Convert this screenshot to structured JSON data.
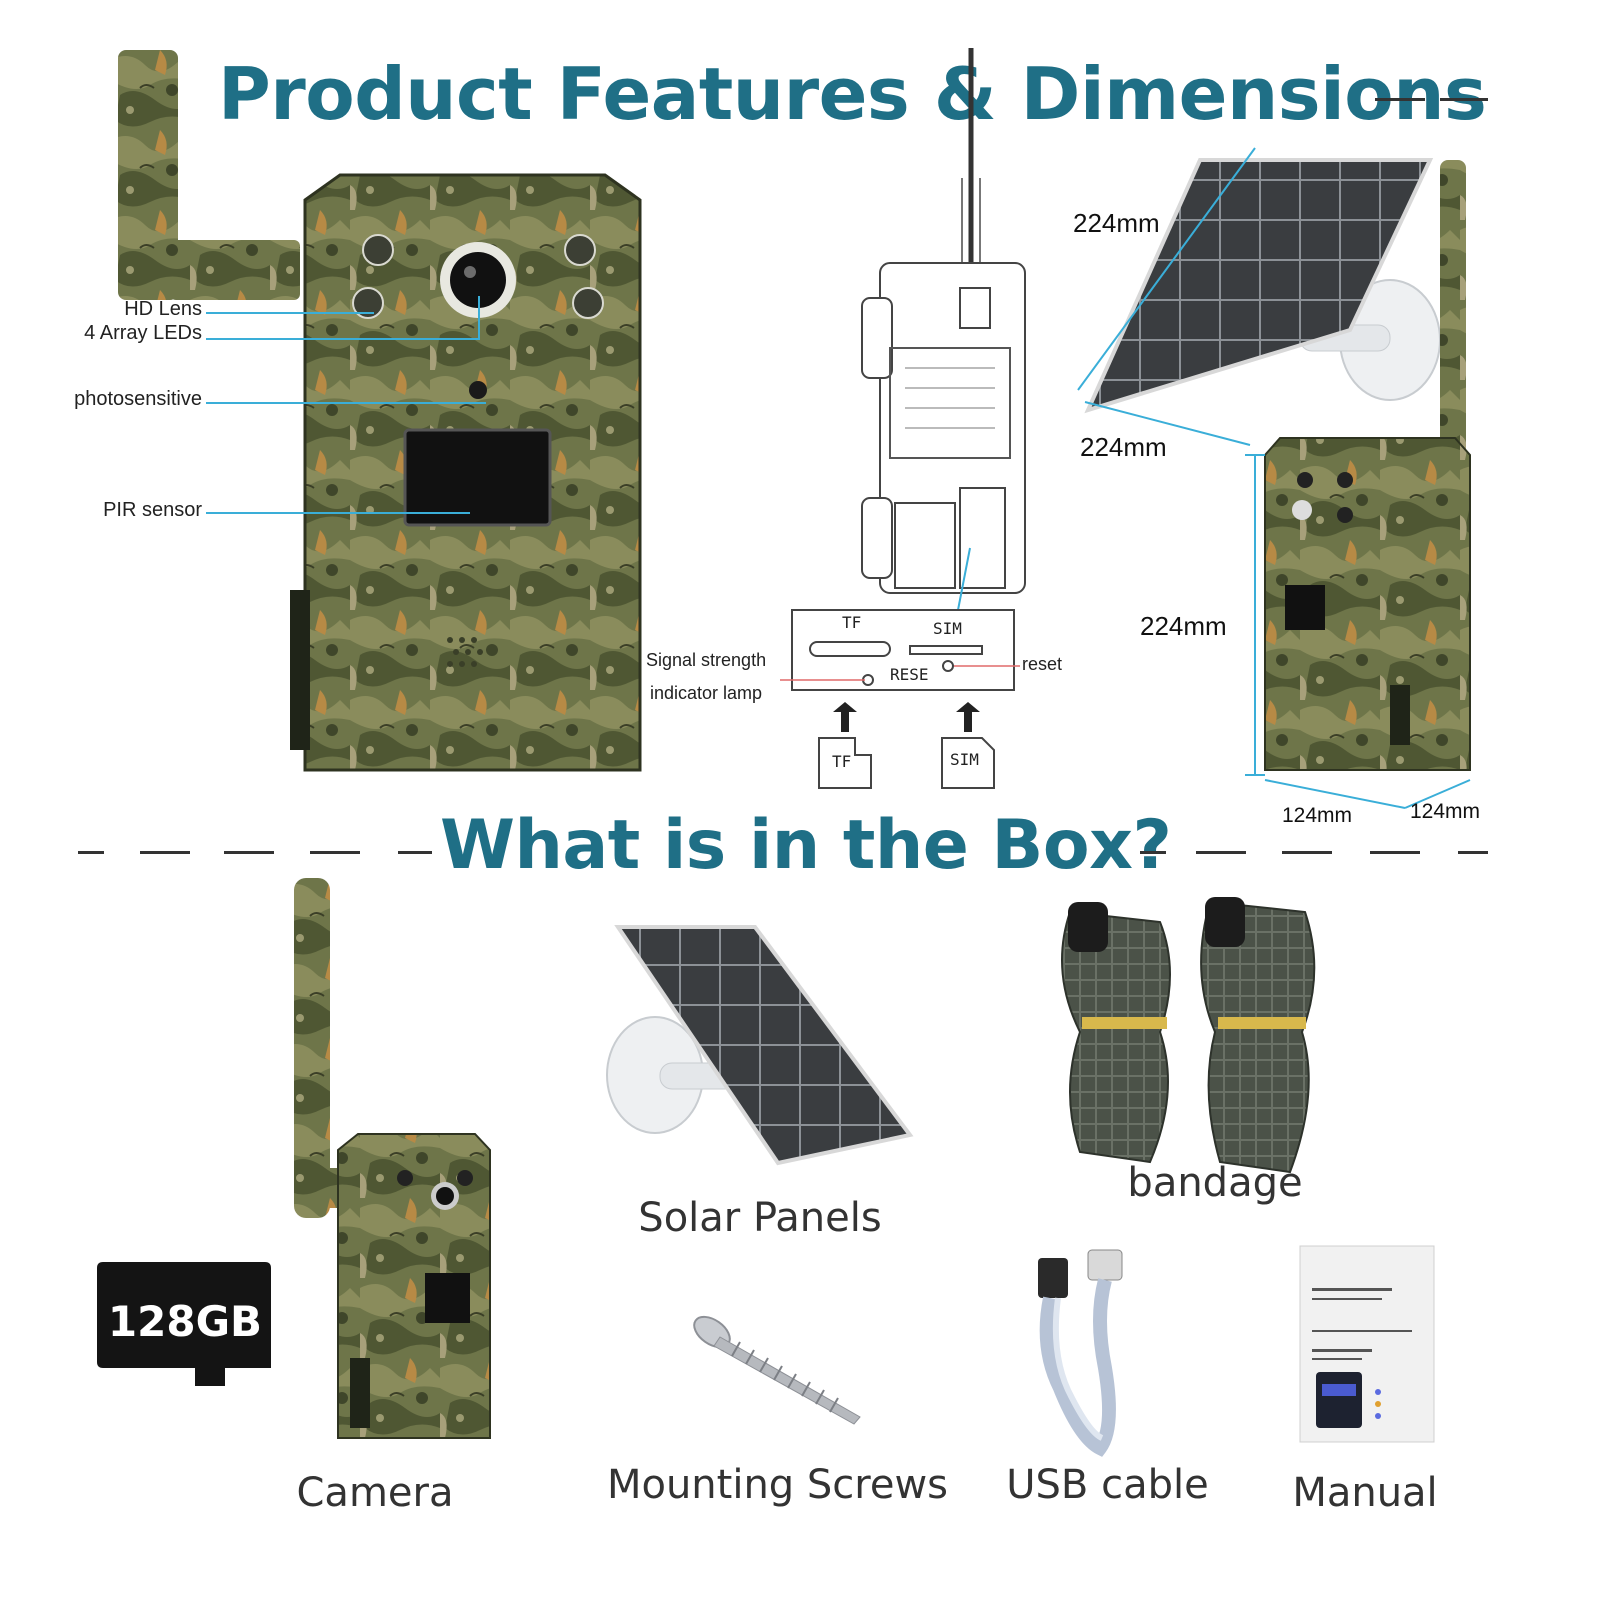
{
  "header": {
    "title": "Product Features & Dimensions"
  },
  "features": {
    "hd_lens": "HD Lens",
    "array_leds": "4 Array LEDs",
    "photosensitive": "photosensitive",
    "pir_sensor": "PIR sensor"
  },
  "slot_diagram": {
    "tf_label": "TF",
    "sim_label": "SIM",
    "reset_button_label": "RESE",
    "signal_label_line1": "Signal strength",
    "signal_label_line2": "indicator lamp",
    "reset_label": "reset",
    "tf_card_label": "TF",
    "sim_card_label": "SIM"
  },
  "dimensions": {
    "panel_width": "224mm",
    "panel_height": "224mm",
    "camera_height": "224mm",
    "camera_width": "124mm",
    "camera_depth": "124mm"
  },
  "box_section": {
    "title": "What is in the Box?",
    "items": {
      "sd_card": "128GB",
      "camera": "Camera",
      "solar_panels": "Solar Panels",
      "bandage": "bandage",
      "mounting_screws": "Mounting Screws",
      "usb_cable": "USB cable",
      "manual": "Manual"
    }
  },
  "colors": {
    "title": "#1f6f86",
    "callout_line": "#3aaed8",
    "camo_base": "#6b7546",
    "solar_cell": "#3a3d40"
  }
}
